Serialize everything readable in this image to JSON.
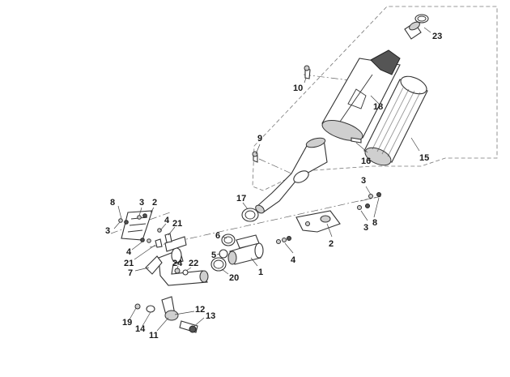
{
  "callouts": {
    "c1": "1",
    "c2a": "2",
    "c2b": "2",
    "c3a": "3",
    "c3b": "3",
    "c3c": "3",
    "c3d": "3",
    "c4a": "4",
    "c4b": "4",
    "c4c": "4",
    "c5": "5",
    "c6": "6",
    "c7": "7",
    "c8a": "8",
    "c8b": "8",
    "c9": "9",
    "c10": "10",
    "c11": "11",
    "c12": "12",
    "c13": "13",
    "c14": "14",
    "c15": "15",
    "c16": "16",
    "c17": "17",
    "c18": "18",
    "c19": "19",
    "c20": "20",
    "c21a": "21",
    "c21b": "21",
    "c22": "22",
    "c23": "23",
    "c24": "24"
  }
}
